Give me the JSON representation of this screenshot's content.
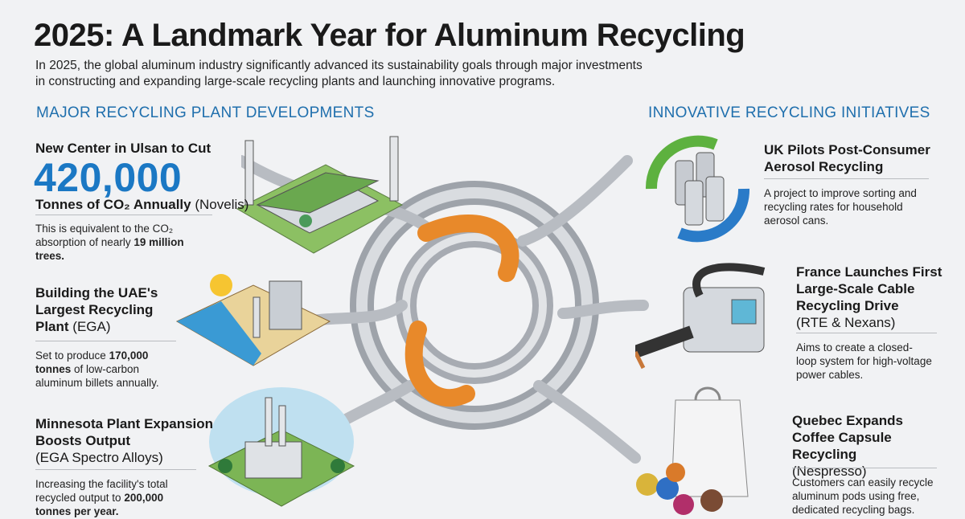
{
  "title": "2025: A Landmark Year for Aluminum Recycling",
  "intro": "In 2025, the global aluminum industry significantly advanced its sustainability goals through major investments in constructing and expanding large-scale recycling plants and launching innovative programs.",
  "left_section": {
    "heading": "MAJOR RECYCLING PLANT DEVELOPMENTS",
    "items": [
      {
        "heading": "New Center in Ulsan to Cut",
        "big_number": "420,000",
        "subheading": "Tonnes of CO₂ Annually",
        "company": "(Novelis)",
        "desc_pre": "This is equivalent to the CO₂ absorption of nearly ",
        "desc_bold": "19 million trees."
      },
      {
        "heading": "Building the UAE's Largest Recycling Plant",
        "company": "(EGA)",
        "desc_pre": "Set to produce ",
        "desc_bold": "170,000 tonnes",
        "desc_post": " of low-carbon aluminum billets annually."
      },
      {
        "heading": "Minnesota Plant Expansion Boosts Output",
        "company": "(EGA Spectro Alloys)",
        "desc_pre": "Increasing the facility's total recycled output to ",
        "desc_bold": "200,000 tonnes per year."
      }
    ]
  },
  "right_section": {
    "heading": "INNOVATIVE RECYCLING INITIATIVES",
    "items": [
      {
        "heading": "UK Pilots Post-Consumer Aerosol Recycling",
        "desc": "A project to improve sorting and recycling rates for household aerosol cans."
      },
      {
        "heading": "France Launches First Large-Scale Cable Recycling Drive",
        "company": "(RTE & Nexans)",
        "desc": "Aims to create a closed-loop system for high-voltage power cables."
      },
      {
        "heading": "Quebec Expands Coffee Capsule Recycling",
        "company": "(Nespresso)",
        "desc": "Customers can easily recycle aluminum pods using free, dedicated recycling bags."
      }
    ]
  },
  "colors": {
    "accent": "#1b78c4",
    "section": "#1f6fad",
    "molten": "#e8892a",
    "metal": "#b8bcc2"
  }
}
